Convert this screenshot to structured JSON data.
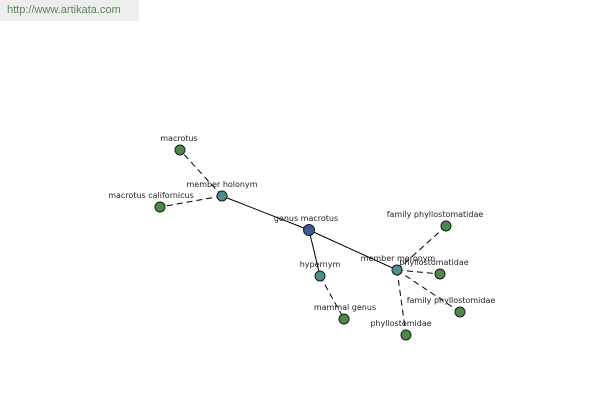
{
  "watermark": {
    "text": "http://www.artikata.com"
  },
  "graph": {
    "colors": {
      "center_node": "#3d5a96",
      "relation_node": "#4f8f8b",
      "term_node": "#4d8a47"
    },
    "nodes": [
      {
        "id": "genus",
        "label": "genus macrotus",
        "kind": "center"
      },
      {
        "id": "holonym",
        "label": "member holonym",
        "kind": "relation"
      },
      {
        "id": "hypernym",
        "label": "hypernym",
        "kind": "relation"
      },
      {
        "id": "meronym",
        "label": "member meronym",
        "kind": "relation"
      },
      {
        "id": "macrotus",
        "label": "macrotus",
        "kind": "term"
      },
      {
        "id": "californicus",
        "label": "macrotus californicus",
        "kind": "term"
      },
      {
        "id": "mammal",
        "label": "mammal genus",
        "kind": "term"
      },
      {
        "id": "fam1",
        "label": "family phyllostomatidae",
        "kind": "term"
      },
      {
        "id": "phyllo",
        "label": "phyllostomatidae",
        "kind": "term"
      },
      {
        "id": "fam2",
        "label": "family phyllostomidae",
        "kind": "term"
      },
      {
        "id": "phyllost",
        "label": "phyllostomidae",
        "kind": "term"
      }
    ],
    "edges": [
      {
        "from": "genus",
        "to": "holonym",
        "style": "solid"
      },
      {
        "from": "genus",
        "to": "meronym",
        "style": "solid"
      },
      {
        "from": "genus",
        "to": "hypernym",
        "style": "solid"
      },
      {
        "from": "holonym",
        "to": "macrotus",
        "style": "dashed"
      },
      {
        "from": "holonym",
        "to": "californicus",
        "style": "dashed"
      },
      {
        "from": "hypernym",
        "to": "mammal",
        "style": "dashed"
      },
      {
        "from": "meronym",
        "to": "fam1",
        "style": "dashed"
      },
      {
        "from": "meronym",
        "to": "phyllo",
        "style": "dashed"
      },
      {
        "from": "meronym",
        "to": "fam2",
        "style": "dashed"
      },
      {
        "from": "meronym",
        "to": "phyllost",
        "style": "dashed"
      }
    ]
  }
}
